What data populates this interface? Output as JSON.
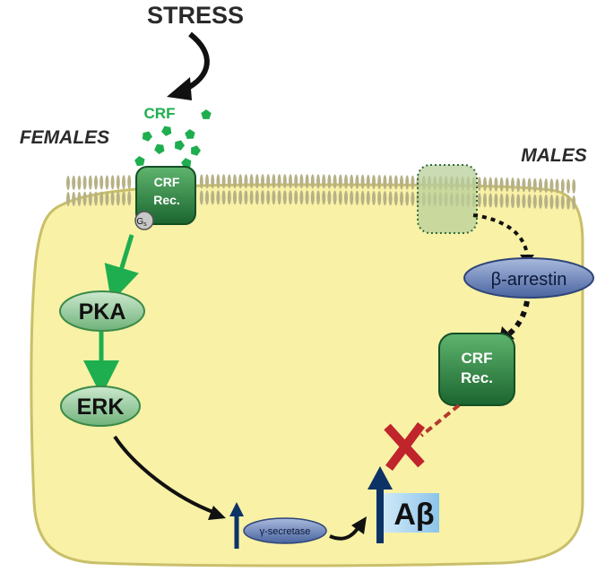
{
  "labels": {
    "stress": "STRESS",
    "crf": "CRF",
    "females": "FEMALES",
    "males": "MALES",
    "crf_rec_line1": "CRF",
    "crf_rec_line2": "Rec.",
    "gs": "G",
    "gs_sub": "s",
    "pka": "PKA",
    "erk": "ERK",
    "beta_arrestin": "β-arrestin",
    "crf_rec_internal_line1": "CRF",
    "crf_rec_internal_line2": "Rec.",
    "gamma_secretase": "γ-secretase",
    "abeta": "Aβ"
  },
  "colors": {
    "cell_fill": "#f8f1a6",
    "cell_stroke": "#c9bf6a",
    "membrane": "#b7b186",
    "green_path": "#1fae4f",
    "receptor_dark": "#1f6e34",
    "receptor_light": "#5cae6b",
    "node_fill": "#9fd3a6",
    "arrestin_fill": "#6f88b8",
    "secretase_fill": "#7d93c0",
    "abeta_box": "#a9d3f0",
    "up_arrow": "#0d3366",
    "block_x": "#c0252b",
    "block_dash": "#b23a2e",
    "black": "#111111"
  }
}
